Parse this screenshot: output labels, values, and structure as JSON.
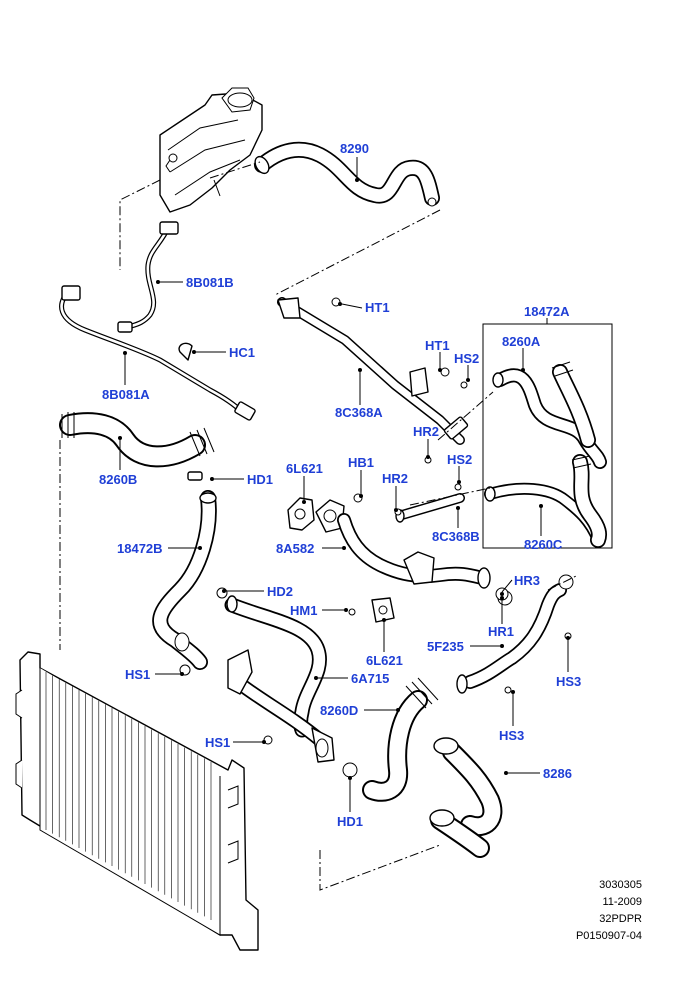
{
  "diagram": {
    "callouts": {
      "c8290": "8290",
      "c8B081B": "8B081B",
      "cHT1a": "HT1",
      "c18472A": "18472A",
      "cHC1": "HC1",
      "cHT1b": "HT1",
      "cHS2a": "HS2",
      "c8260A": "8260A",
      "c8B081A": "8B081A",
      "c8C368A": "8C368A",
      "cHR2a": "HR2",
      "cHS2b": "HS2",
      "c8260B": "8260B",
      "cHD1a": "HD1",
      "c6L621a": "6L621",
      "cHB1": "HB1",
      "cHR2b": "HR2",
      "c8C368B": "8C368B",
      "c8260C": "8260C",
      "c18472B": "18472B",
      "c8A582": "8A582",
      "cHR3": "HR3",
      "cHD2": "HD2",
      "cHM1": "HM1",
      "cHR1": "HR1",
      "c6L621b": "6L621",
      "c5F235": "5F235",
      "cHS1a": "HS1",
      "c6A715": "6A715",
      "cHS3a": "HS3",
      "c8260D": "8260D",
      "cHS3b": "HS3",
      "cHS1b": "HS1",
      "c8286": "8286",
      "cHD1b": "HD1"
    },
    "reference": {
      "line1": "3030305",
      "line2": "11-2009",
      "line3": "32PDPR",
      "line4": "P0150907-04"
    }
  },
  "colors": {
    "callout": "#1f3fd6",
    "linework": "#000000",
    "background": "#ffffff"
  }
}
